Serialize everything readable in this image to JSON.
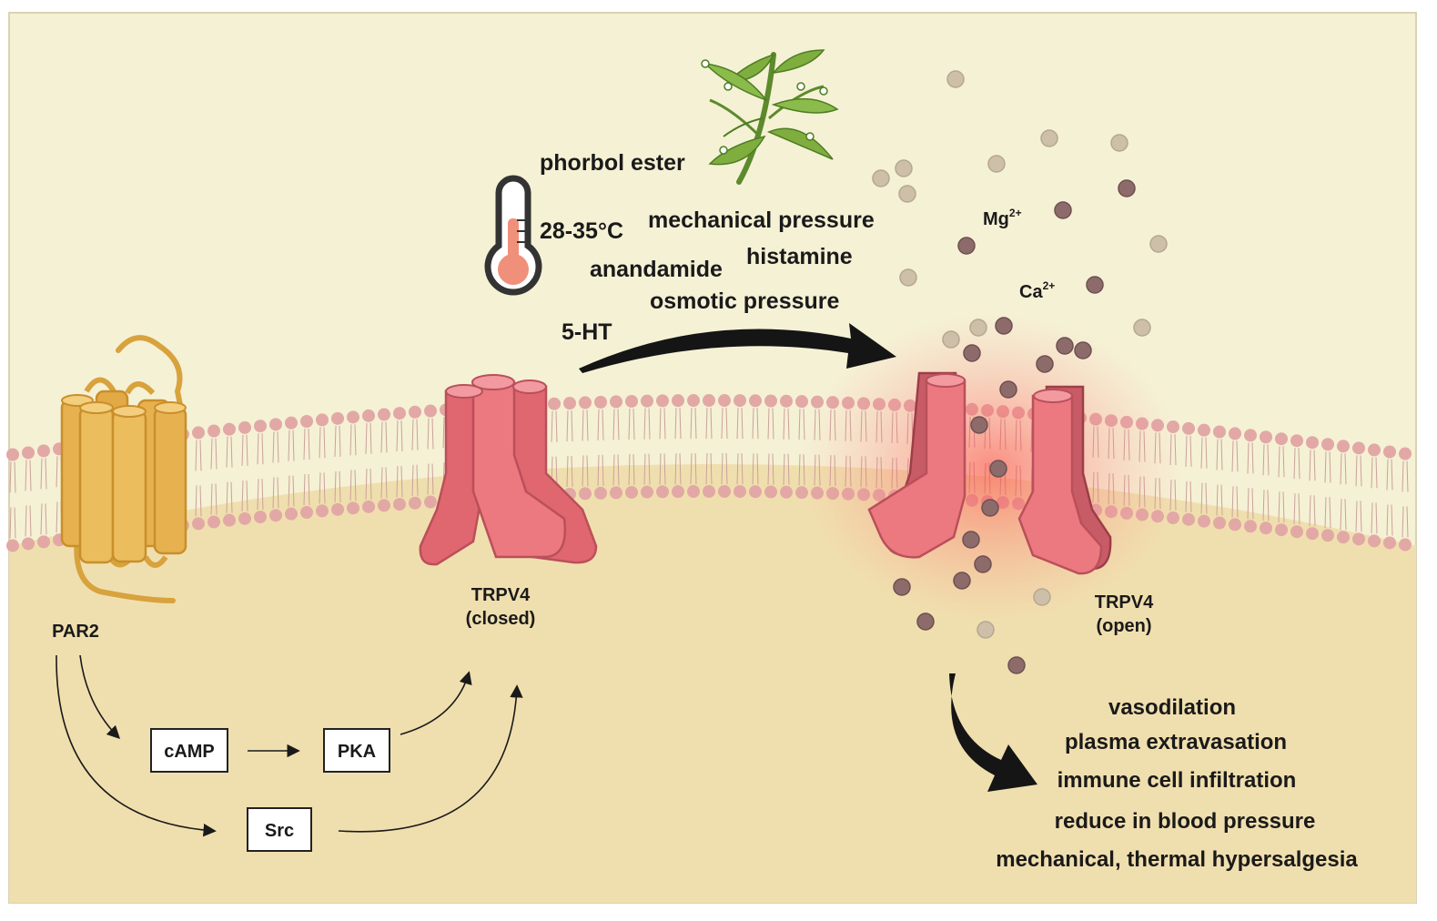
{
  "stimuli": {
    "phorbol_ester": "phorbol ester",
    "temperature": "28-35°C",
    "mechanical_pressure": "mechanical pressure",
    "histamine": "histamine",
    "anandamide": "anandamide",
    "osmotic_pressure": "osmotic pressure",
    "five_ht": "5-HT"
  },
  "ions": {
    "mg": "Mg",
    "mg_charge": "2+",
    "ca": "Ca",
    "ca_charge": "2+"
  },
  "proteins": {
    "par2": "PAR2",
    "trpv4_closed_name": "TRPV4",
    "trpv4_closed_state": "(closed)",
    "trpv4_open_name": "TRPV4",
    "trpv4_open_state": "(open)"
  },
  "signaling": {
    "camp": "cAMP",
    "pka": "PKA",
    "src": "Src"
  },
  "effects": [
    "vasodilation",
    "plasma extravasation",
    "immune cell infiltration",
    "reduce in blood pressure",
    "mechanical, thermal hypersalgesia"
  ],
  "icons": [
    "thermometer-icon",
    "plant-icon"
  ],
  "colors": {
    "background_outer": "#f5f1d5",
    "cytoplasm": "#f0dfae",
    "lipid_head": "#e2a8a6",
    "channel": "#e8737a",
    "channel_dark": "#b9505a",
    "par2": "#e6b14e",
    "ion_dark": "#8e6b6b",
    "ion_light": "#cdbfa8"
  }
}
